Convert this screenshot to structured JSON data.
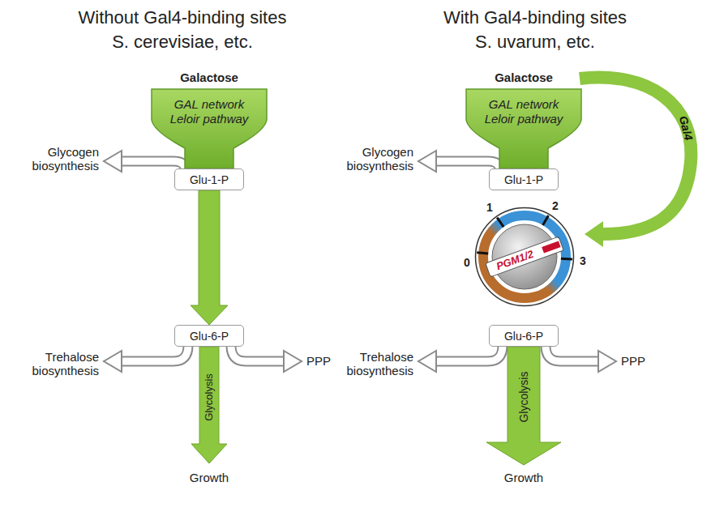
{
  "diagram": {
    "nodes": [
      {
        "text": [
          "Galactose",
          "GAL network Leloir pathway"
        ]
      },
      {
        "text": [
          "Glu-1-P"
        ]
      },
      {
        "text": [
          "Glu-6-P"
        ]
      },
      {
        "text": [
          "Galactose",
          "GAL network Leloir pathway"
        ]
      },
      {
        "text": [
          "Glu-1-P"
        ]
      },
      {
        "text": [
          "PGM1/2"
        ]
      },
      {
        "text": [
          "Glu-6-P"
        ]
      }
    ],
    "edges": [
      {
        "from": 1,
        "to": 2,
        "arrow": "to"
      },
      {
        "from": 3,
        "to": 5,
        "label": "Gal4",
        "arrow": "to"
      }
    ],
    "labels": [
      "Without Gal4-binding sites",
      "S. cerevisiae, etc.",
      "With Gal4-binding sites",
      "S. uvarum, etc.",
      "Glycogen biosynthesis",
      "Trehalose biosynthesis",
      "Glycolysis",
      "PPP",
      "Growth",
      "Glycogen biosynthesis",
      "Trehalose biosynthesis",
      "Glycolysis",
      "PPP",
      "Growth",
      "0",
      "1",
      "2",
      "3"
    ]
  }
}
